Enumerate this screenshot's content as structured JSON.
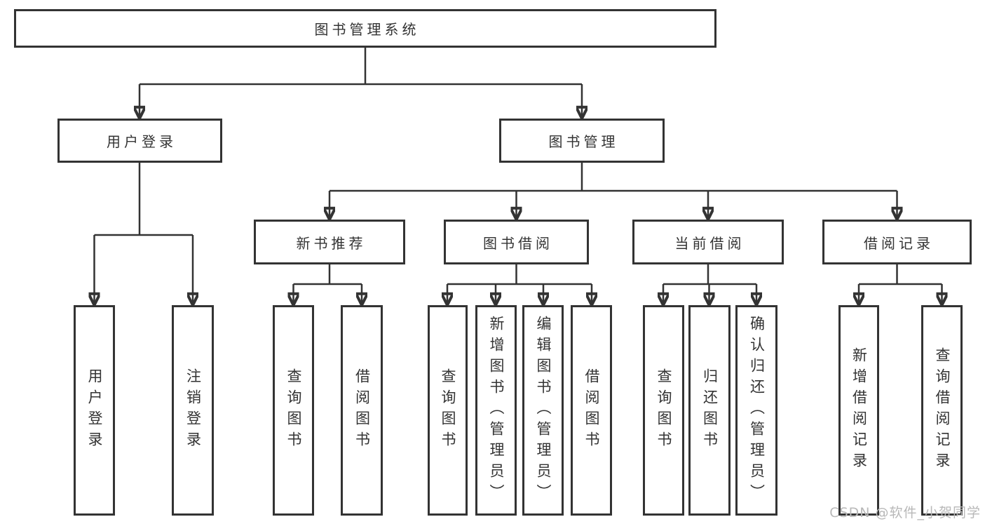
{
  "diagram": {
    "root": {
      "label": "图书管理系统",
      "children": [
        {
          "label": "用户登录",
          "children": [
            {
              "label": "用户登录"
            },
            {
              "label": "注销登录"
            }
          ]
        },
        {
          "label": "图书管理",
          "children": [
            {
              "label": "新书推荐",
              "children": [
                {
                  "label": "查询图书"
                },
                {
                  "label": "借阅图书"
                }
              ]
            },
            {
              "label": "图书借阅",
              "children": [
                {
                  "label": "查询图书"
                },
                {
                  "label": "新增图书（管理员）"
                },
                {
                  "label": "编辑图书（管理员）"
                },
                {
                  "label": "借阅图书"
                }
              ]
            },
            {
              "label": "当前借阅",
              "children": [
                {
                  "label": "查询图书"
                },
                {
                  "label": "归还图书"
                },
                {
                  "label": "确认归还（管理员）"
                }
              ]
            },
            {
              "label": "借阅记录",
              "children": [
                {
                  "label": "新增借阅记录"
                },
                {
                  "label": "查询借阅记录"
                }
              ]
            }
          ]
        }
      ]
    }
  },
  "watermark": {
    "text": "CSDN @软件_小贺同学"
  },
  "colors": {
    "line": "#333333",
    "box_border": "#333333",
    "text": "#333333",
    "watermark": "#b8b8b8",
    "background": "#ffffff"
  }
}
